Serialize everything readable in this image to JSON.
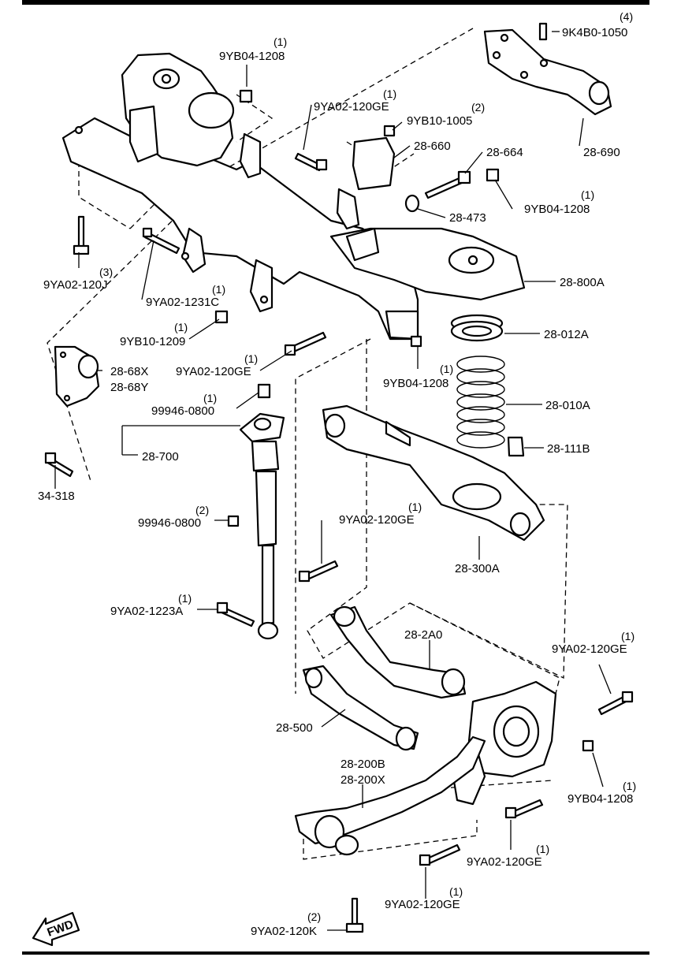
{
  "diagram": {
    "labels": {
      "p9K4B0_1050": {
        "part": "9K4B0-1050",
        "qty": "(4)"
      },
      "p9YB04_1208_a": {
        "part": "9YB04-1208",
        "qty": "(1)"
      },
      "p9YA02_120GE_a": {
        "part": "9YA02-120GE",
        "qty": "(1)"
      },
      "p9YB10_1005": {
        "part": "9YB10-1005",
        "qty": "(2)"
      },
      "p28_660": {
        "part": "28-660"
      },
      "p28_664": {
        "part": "28-664"
      },
      "p28_690": {
        "part": "28-690"
      },
      "p9YB04_1208_b": {
        "part": "9YB04-1208",
        "qty": "(1)"
      },
      "p28_473": {
        "part": "28-473"
      },
      "p28_800A": {
        "part": "28-800A"
      },
      "p9YA02_120J": {
        "part": "9YA02-120J",
        "qty": "(3)"
      },
      "p9YA02_1231C": {
        "part": "9YA02-1231C",
        "qty": "(1)"
      },
      "p9YB10_1209": {
        "part": "9YB10-1209",
        "qty": "(1)"
      },
      "p9YA02_120GE_b": {
        "part": "9YA02-120GE",
        "qty": "(1)"
      },
      "p28_012A": {
        "part": "28-012A"
      },
      "p28_68X": {
        "part": "28-68X"
      },
      "p28_68Y": {
        "part": "28-68Y"
      },
      "p9YB04_1208_c": {
        "part": "9YB04-1208",
        "qty": "(1)"
      },
      "p99946_0800_a": {
        "part": "99946-0800",
        "qty": "(1)"
      },
      "p28_010A": {
        "part": "28-010A"
      },
      "p28_700": {
        "part": "28-700"
      },
      "p28_111B": {
        "part": "28-111B"
      },
      "p34_318": {
        "part": "34-318"
      },
      "p99946_0800_b": {
        "part": "99946-0800",
        "qty": "(2)"
      },
      "p9YA02_120GE_c": {
        "part": "9YA02-120GE",
        "qty": "(1)"
      },
      "p28_300A": {
        "part": "28-300A"
      },
      "p9YA02_1223A": {
        "part": "9YA02-1223A",
        "qty": "(1)"
      },
      "p28_2A0": {
        "part": "28-2A0"
      },
      "p9YA02_120GE_d": {
        "part": "9YA02-120GE",
        "qty": "(1)"
      },
      "p28_500": {
        "part": "28-500"
      },
      "p28_200B": {
        "part": "28-200B"
      },
      "p28_200X": {
        "part": "28-200X"
      },
      "p9YB04_1208_d": {
        "part": "9YB04-1208",
        "qty": "(1)"
      },
      "p9YA02_120GE_e": {
        "part": "9YA02-120GE",
        "qty": "(1)"
      },
      "p9YA02_120GE_f": {
        "part": "9YA02-120GE",
        "qty": "(1)"
      },
      "p9YA02_120K": {
        "part": "9YA02-120K",
        "qty": "(2)"
      }
    },
    "fwd_arrow": "FWD"
  }
}
